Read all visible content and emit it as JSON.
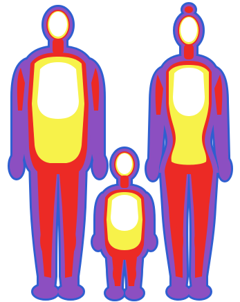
{
  "figures": [
    {
      "id": "man"
    },
    {
      "id": "child"
    },
    {
      "id": "woman"
    }
  ],
  "colors": {
    "background": "#ffffff",
    "outline_blue": "#2f5fd0",
    "outer_purple": "#8c4fc1",
    "middle_red": "#ec2a25",
    "inner_yellow": "#f7f24a",
    "core_white": "#ffffff"
  }
}
